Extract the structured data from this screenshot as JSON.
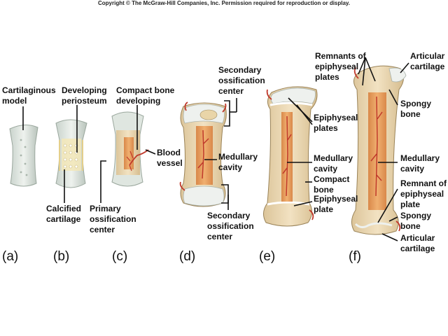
{
  "copyright": "Copyright © The McGraw-Hill Companies, Inc. Permission required for reproduction or display.",
  "panels": {
    "a": "(a)",
    "b": "(b)",
    "c": "(c)",
    "d": "(d)",
    "e": "(e)",
    "f": "(f)"
  },
  "labels": {
    "a_cartilaginous_model": [
      "Cartilaginous",
      "model"
    ],
    "b_developing_periosteum": [
      "Developing",
      "periosteum"
    ],
    "b_calcified_cartilage": [
      "Calcified",
      "cartilage"
    ],
    "c_compact_bone_developing": [
      "Compact bone",
      "developing"
    ],
    "c_primary_ossification_center": [
      "Primary",
      "ossification",
      "center"
    ],
    "c_blood_vessel": [
      "Blood",
      "vessel"
    ],
    "d_secondary_ossification_center_top": [
      "Secondary",
      "ossification",
      "center"
    ],
    "d_medullary_cavity": [
      "Medullary",
      "cavity"
    ],
    "d_secondary_ossification_center_bottom": [
      "Secondary",
      "ossification",
      "center"
    ],
    "e_epiphyseal_plates": [
      "Epiphyseal",
      "plates"
    ],
    "e_medullary_cavity": [
      "Medullary",
      "cavity"
    ],
    "e_compact_bone": [
      "Compact",
      "bone"
    ],
    "e_epiphyseal_plate": [
      "Epiphyseal",
      "plate"
    ],
    "f_remnants_of_epiphyseal_plates": [
      "Remnants of",
      "epiphyseal",
      "plates"
    ],
    "f_articular_cartilage_top": [
      "Articular",
      "cartilage"
    ],
    "f_spongy_bone_top": [
      "Spongy",
      "bone"
    ],
    "f_medullary_cavity": [
      "Medullary",
      "cavity"
    ],
    "f_remnant_of_epiphyseal_plate": [
      "Remnant of",
      "epiphyseal",
      "plate"
    ],
    "f_spongy_bone_bottom": [
      "Spongy",
      "bone"
    ],
    "f_articular_cartilage_bottom": [
      "Articular",
      "cartilage"
    ]
  }
}
